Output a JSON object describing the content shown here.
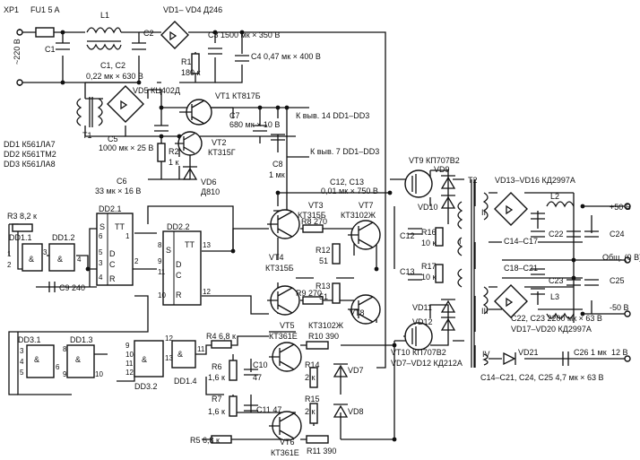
{
  "schematic": {
    "labels": {
      "xp1": "XP1",
      "fu1": "FU1 5 A",
      "mains": "~220 В",
      "c1": "C1",
      "l1": "L1",
      "c2": "C2",
      "vd1_vd4": "VD1– VD4 Д246",
      "c3": "C3 1500 мк × 350 В",
      "c4": "C4 0,47 мк × 400 В",
      "r1": "R1",
      "r1_val": "180 к",
      "c1c2": "C1, C2",
      "c1c2_val": "0,22 мк × 630 В",
      "t1": "T1",
      "vd5": "VD5 КЦ402Д",
      "vt1": "VT1 КТ817Б",
      "c7": "C7",
      "c7_val1": "680 мк × 10 В",
      "k14": "К выв. 14 DD1–DD3",
      "vt2": "VT2",
      "vt2_type": "КТ315Г",
      "c5": "C5",
      "c5_val": "1000 мк × 25 В",
      "r2": "R2",
      "r2_val": "1 к",
      "c8": "C8",
      "c8_val": "1 мк",
      "dd1": "DD1 К561ЛА7",
      "dd2": "DD2 К561ТМ2",
      "dd3": "DD3 К561ЛА8",
      "c6": "C6",
      "c6_val": "33 мк × 16 В",
      "vd6": "VD6",
      "vd6_type": "Д810",
      "k7": "К выв. 7 DD1–DD3",
      "c12c13": "C12, C13",
      "c12c13_val": "0,01 мк × 750 В",
      "vt9": "VT9 КП707В2",
      "vd9": "VD9",
      "t2": "T2",
      "vd13": "VD13–VD16 КД2997А",
      "r3": "R3 8,2 к",
      "dd1_1": "DD1.1",
      "dd1_2": "DD1.2",
      "c9": "C9 240",
      "dd2_1": "DD2.1",
      "dd2_2": "DD2.2",
      "vt3": "VT3",
      "vt3_type": "КТ315Б",
      "vt7": "VT7",
      "vt7_type": "КТ3102Ж",
      "r8": "R8 270",
      "r12": "R12",
      "r12_val": "51",
      "vd10": "VD10",
      "c12": "C12",
      "r16": "R16",
      "r16_val": "10 к",
      "i": "I",
      "ii": "II",
      "l2": "L2",
      "p50": "+50 В",
      "c14c17": "C14–C17",
      "c22": "C22",
      "c24": "C24",
      "common": "Общ. (0 В)",
      "vt4": "VT4",
      "vt4_type": "КТ315Б",
      "r13": "R13",
      "r13_val": "51",
      "r9": "R9 270",
      "c13": "C13",
      "r17": "R17",
      "r17_val": "10 к",
      "c18c21": "C18–C21",
      "c23": "C23",
      "c25": "C25",
      "l3": "L3",
      "m50": "-50 В",
      "iii": "III",
      "vt8": "VT8",
      "vt8_type": "КТ3102Ж",
      "vd11": "VD11",
      "vd12": "VD12",
      "c22c23": "C22, C23 2200 мк × 63 В",
      "vd17": "VD17–VD20 КД2997А",
      "dd3_1": "DD3.1",
      "dd1_3": "DD1.3",
      "dd1_4": "DD1.4",
      "dd3_2": "DD3.2",
      "r4": "R4 6,8 к",
      "r6": "R6",
      "r6_val": "1,6 к",
      "c10": "C10",
      "c10_val": "47",
      "vt5": "VT5",
      "vt5_type": "КТ361Е",
      "r10": "R10 390",
      "r14": "R14",
      "r14_val": "2 к",
      "vd7": "VD7",
      "vt10": "VT10 КП707В2",
      "vd7_12": "VD7–VD12 КД212А",
      "iv": "IV",
      "vd21": "VD21",
      "c26": "C26 1 мк",
      "p12": "12 В",
      "c14c25": "C14–C21, C24, C25 4,7 мк × 63 В",
      "r7": "R7",
      "r7_val": "1,6 к",
      "c11": "C11 47",
      "r15": "R15",
      "r15_val": "2 к",
      "vd8": "VD8",
      "r5": "R5 6,8 к",
      "vt6": "VT6",
      "vt6_type": "КТ361Е",
      "r11": "R11 390",
      "pin_s": "S",
      "pin_t": "T",
      "pin_tt": "TT",
      "pin_d": "D",
      "pin_c": "C",
      "pin_r": "R",
      "and": "&",
      "n1": "1",
      "n2": "2",
      "n3": "3",
      "n4": "4",
      "n5": "5",
      "n6": "6",
      "n7": "7",
      "n8": "8",
      "n9": "9",
      "n10": "10",
      "n11": "11",
      "n12": "12",
      "n13": "13",
      "n14": "14"
    }
  }
}
